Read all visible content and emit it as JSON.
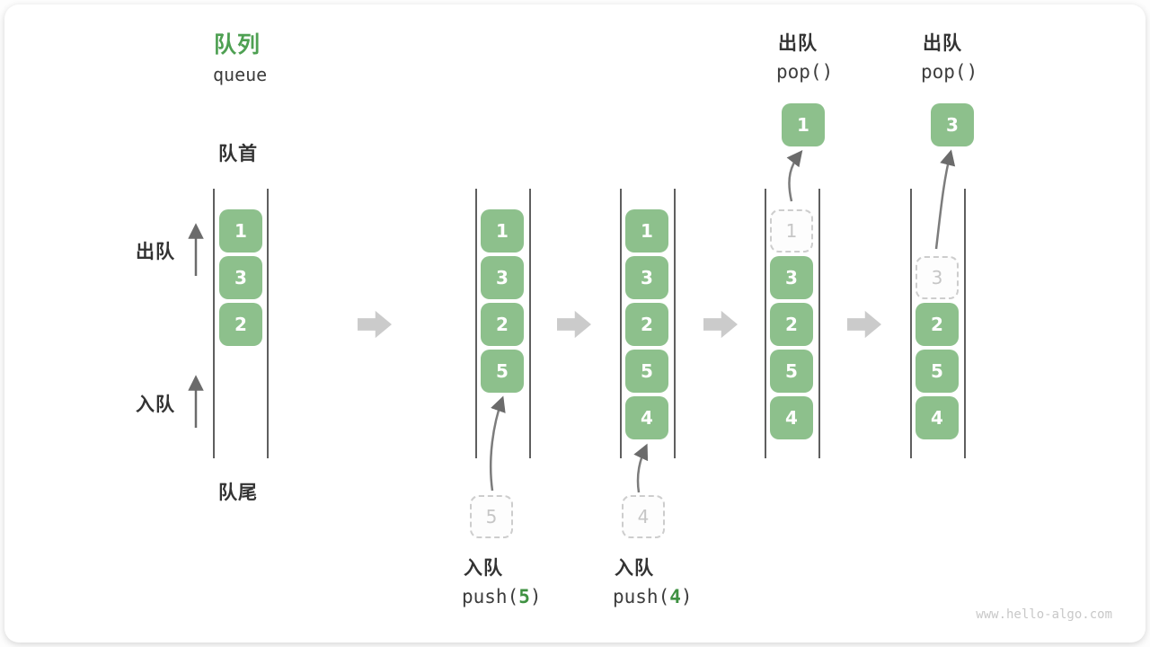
{
  "header": {
    "title": "队列",
    "subtitle": "queue"
  },
  "side_labels": {
    "front": "队首",
    "rear": "队尾",
    "dequeue": "出队",
    "enqueue": "入队"
  },
  "columns": [
    {
      "items": [
        "1",
        "3",
        "2"
      ]
    },
    {
      "items": [
        "1",
        "3",
        "2",
        "5"
      ],
      "staged_item": "5",
      "op_label": "入队",
      "op_code_pre": "push(",
      "op_code_arg": "5",
      "op_code_post": ")"
    },
    {
      "items": [
        "1",
        "3",
        "2",
        "5",
        "4"
      ],
      "staged_item": "4",
      "op_label": "入队",
      "op_code_pre": "push(",
      "op_code_arg": "4",
      "op_code_post": ")"
    },
    {
      "ghost_item": "1",
      "items": [
        "3",
        "2",
        "5",
        "4"
      ],
      "popped_item": "1",
      "op_label": "出队",
      "op_code": "pop()"
    },
    {
      "ghost_item": "3",
      "items": [
        "2",
        "5",
        "4"
      ],
      "popped_item": "3",
      "op_label": "出队",
      "op_code": "pop()"
    }
  ],
  "colors": {
    "item_green": "#8dc08c",
    "title_green": "#4ea052",
    "code_arg_green": "#3f9142",
    "ghost_gray": "#cdcdcd",
    "thin_arrow_gray": "#757575",
    "block_arrow_gray": "#cbcbcb",
    "wall_line_gray": "#5f5f5f",
    "watermark_gray": "#c8c8c8"
  },
  "watermark": "www.hello-algo.com"
}
